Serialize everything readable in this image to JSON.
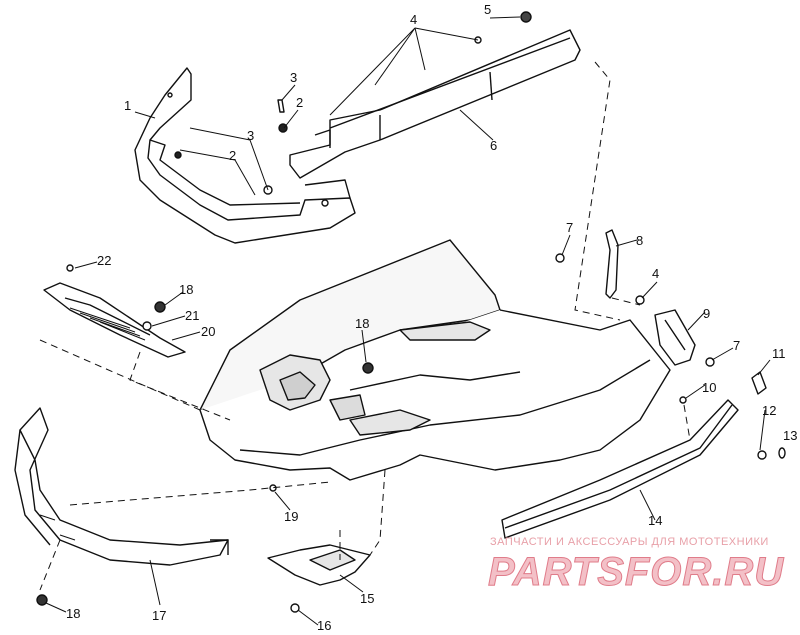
{
  "callouts": [
    "1",
    "2",
    "2",
    "3",
    "3",
    "4",
    "4",
    "5",
    "6",
    "7",
    "7",
    "8",
    "9",
    "10",
    "11",
    "12",
    "13",
    "14",
    "15",
    "16",
    "17",
    "18",
    "18",
    "18",
    "19",
    "20",
    "21",
    "22"
  ],
  "watermark": {
    "tagline": "ЗАПЧАСТИ И АКСЕССУАРЫ ДЛЯ МОТОТЕХНИКИ",
    "brand": "PARTSFOR.RU"
  },
  "colors": {
    "line": "#111111",
    "paper": "#ffffff",
    "shade": "#d8d8d8",
    "watermark": "#e07c8a"
  }
}
